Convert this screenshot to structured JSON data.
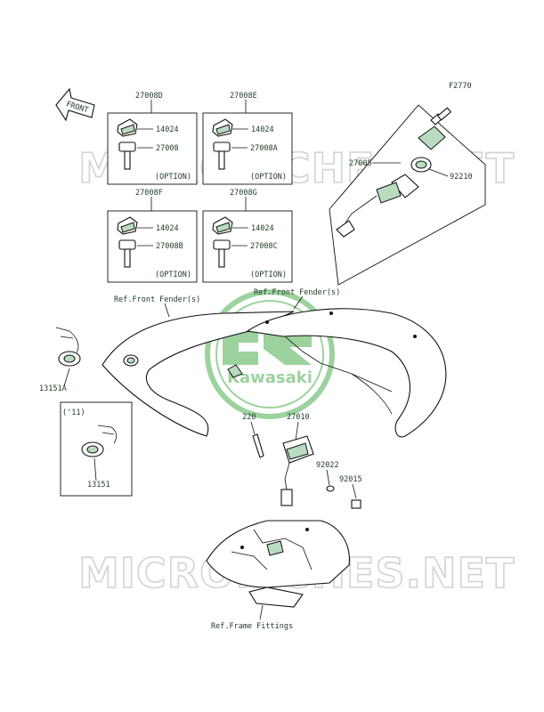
{
  "figure_code": "F2770",
  "front_arrow_label": "FRONT",
  "watermark_text": "MICROFICHES.NET",
  "logo_text": "Kawasaki",
  "key_sets": [
    {
      "set": "27008D",
      "cap": "14024",
      "blank": "27008",
      "note": "(OPTION)"
    },
    {
      "set": "27008E",
      "cap": "14024",
      "blank": "27008A",
      "note": "(OPTION)"
    },
    {
      "set": "27008F",
      "cap": "14024",
      "blank": "27008B",
      "note": "(OPTION)"
    },
    {
      "set": "27008G",
      "cap": "14024",
      "blank": "27008C",
      "note": "(OPTION)"
    }
  ],
  "parts": {
    "switch_assy": "27005",
    "nut": "92210",
    "socket_a": "13151A",
    "socket": "13151",
    "socket_year": "('11)",
    "bolt": "220",
    "switch": "27010",
    "washer": "92022",
    "clip": "92015"
  },
  "refs": {
    "front_fender_left": "Ref.Front Fender(s)",
    "front_fender_right": "Ref.Front Fender(s)",
    "frame_fittings": "Ref.Frame Fittings"
  },
  "colors": {
    "part_fill": "#b9dcc0",
    "line": "#111111",
    "logo": "#4caf50",
    "watermark": "#d0d4d0"
  }
}
